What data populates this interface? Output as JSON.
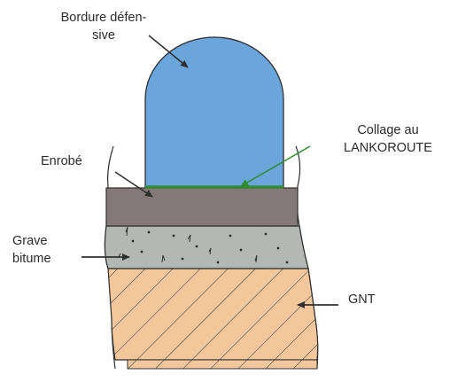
{
  "labels": {
    "bordure_line1": "Bordure défen-",
    "bordure_line2": "sive",
    "collage_line1": "Collage au",
    "collage_line2": "LANKOROUTE",
    "enrobe": "Enrobé",
    "grave_line1": "Grave",
    "grave_line2": "bitume",
    "gnt": "GNT"
  },
  "colors": {
    "bordure": "#6aa5dc",
    "collage": "#2e8b2e",
    "enrobe": "#847878",
    "grave_bitume": "#b3b8b5",
    "gnt": "#f3c79c",
    "outline": "#2f2f2f",
    "arrow": "#2f2f2f"
  }
}
